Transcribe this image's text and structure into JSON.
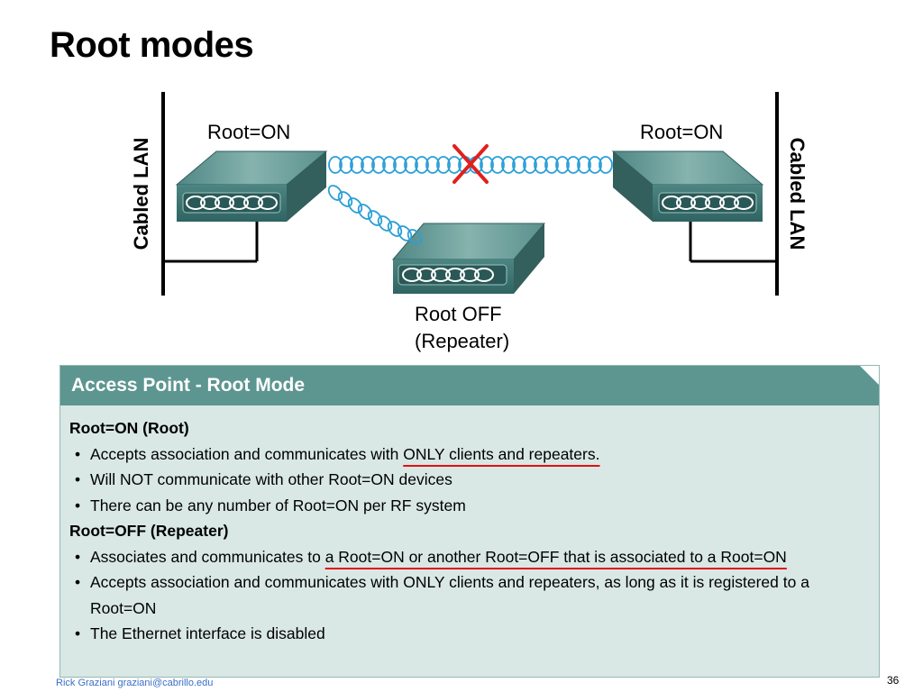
{
  "title": "Root modes",
  "diagram": {
    "left_ap_label": "Root=ON",
    "right_ap_label": "Root=ON",
    "repeater_label_1": "Root OFF",
    "repeater_label_2": "(Repeater)",
    "left_lan_label": "Cabled LAN",
    "right_lan_label": "Cabled LAN",
    "colors": {
      "ap_top": "#6a9e9a",
      "ap_front": "#3f7876",
      "wave": "#2a9fd6",
      "block_mark": "#e0201c"
    },
    "icons": [
      "access-point-icon",
      "wireless-link-icon",
      "blocked-x-icon"
    ]
  },
  "panel": {
    "title": "Access Point - Root Mode",
    "root_on_heading": "Root=ON (Root)",
    "root_on_items": [
      {
        "pre": "Accepts association and communicates with ",
        "hl": "ONLY clients and repeaters.",
        "post": ""
      },
      {
        "pre": "Will NOT communicate with other Root=ON devices",
        "hl": "",
        "post": ""
      },
      {
        "pre": "There can be any number of Root=ON per RF system",
        "hl": "",
        "post": ""
      }
    ],
    "root_off_heading": "Root=OFF (Repeater)",
    "root_off_items": [
      {
        "pre": "Associates and communicates to ",
        "hl": "a Root=ON or another Root=OFF that is associated to a Root=ON",
        "post": ""
      },
      {
        "pre": "Accepts association and communicates with ONLY clients and repeaters, as long as it is registered to a Root=ON",
        "hl": "",
        "post": ""
      },
      {
        "pre": "The Ethernet interface is disabled",
        "hl": "",
        "post": ""
      }
    ],
    "colors": {
      "header": "#5d9690",
      "body": "#d9e8e5",
      "underline": "#e01010"
    }
  },
  "footer": "Rick Graziani graziani@cabrillo.edu",
  "page_number": "36"
}
